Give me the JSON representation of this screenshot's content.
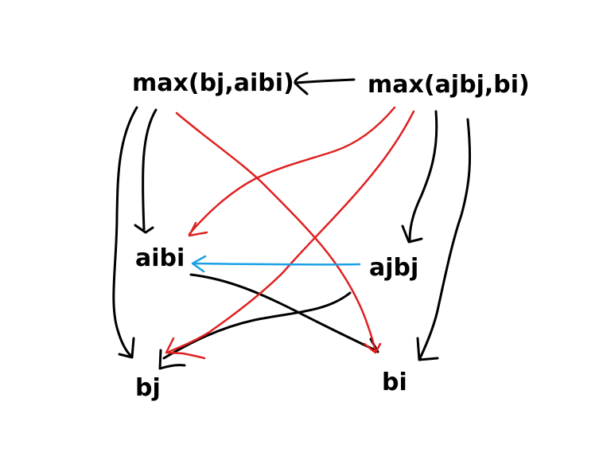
{
  "nodes": {
    "max_bj_aibi": "max(bj,aibi)",
    "max_ajbj_bi": "max(ajbj,bi)",
    "aibi": "aibi",
    "ajbj": "ajbj",
    "bj": "bj",
    "bi": "bi"
  },
  "colors": {
    "black_arrow": "#000000",
    "red_arrow": "#e02020",
    "blue_arrow": "#1aa0e6"
  }
}
